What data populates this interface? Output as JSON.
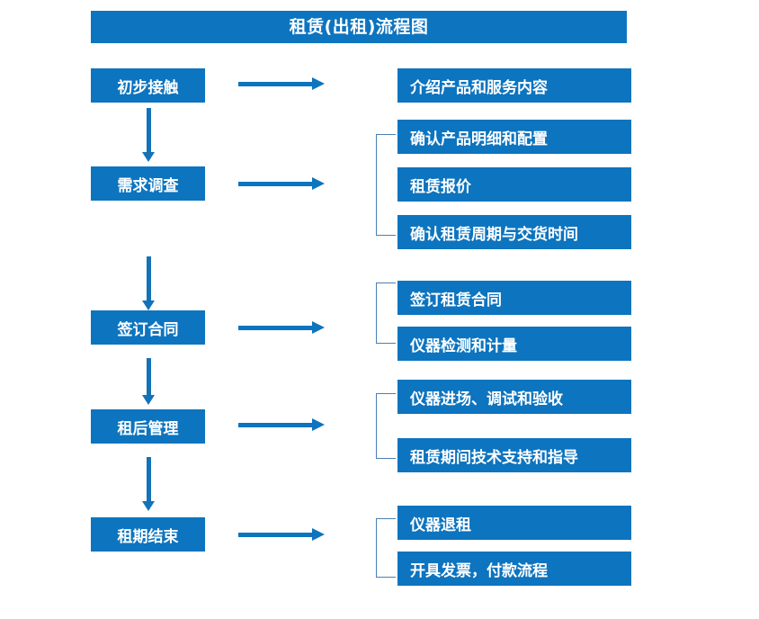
{
  "diagram": {
    "title": "租赁(出租)流程图",
    "accent_color": "#0d74bf",
    "bracket_color": "#4a7fb5",
    "background_color": "#ffffff",
    "text_color": "#ffffff",
    "stages": [
      {
        "id": "stage-1",
        "label": "初步接触",
        "details": [
          "介绍产品和服务内容"
        ],
        "bracketed": false
      },
      {
        "id": "stage-2",
        "label": "需求调查",
        "details": [
          "确认产品明细和配置",
          "租赁报价",
          "确认租赁周期与交货时间"
        ],
        "bracketed": true
      },
      {
        "id": "stage-3",
        "label": "签订合同",
        "details": [
          "签订租赁合同",
          "仪器检测和计量"
        ],
        "bracketed": true
      },
      {
        "id": "stage-4",
        "label": "租后管理",
        "details": [
          "仪器进场、调试和验收",
          "租赁期间技术支持和指导"
        ],
        "bracketed": true
      },
      {
        "id": "stage-5",
        "label": "租期结束",
        "details": [
          "仪器退租",
          "开具发票，付款流程"
        ],
        "bracketed": true
      }
    ]
  }
}
